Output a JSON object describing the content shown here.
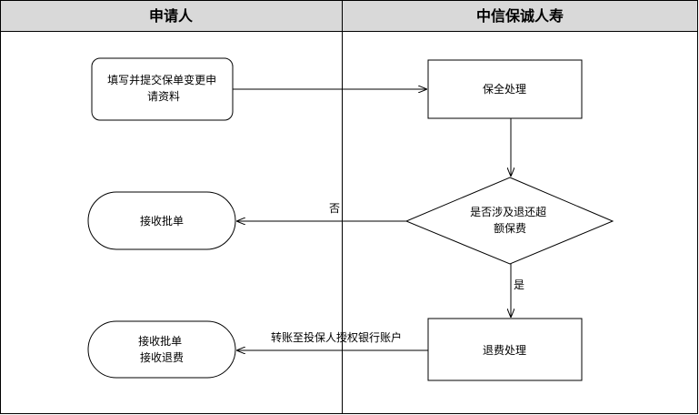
{
  "lanes": {
    "applicant": "申请人",
    "insurer": "中信保诚人寿"
  },
  "nodes": {
    "fill_submit": [
      "填写并提交保单变更申",
      "请资料"
    ],
    "preservation": "保全处理",
    "decision": [
      "是否涉及退还超",
      "额保费"
    ],
    "receive_batch": "接收批单",
    "receive_batch_refund": [
      "接收批单",
      "接收退费"
    ],
    "refund_process": "退费处理"
  },
  "edges": {
    "no_label": "否",
    "yes_label": "是",
    "transfer_label": "转账至投保人授权银行账户"
  },
  "colors": {
    "header_bg": "#d9d9d9",
    "border": "#000000",
    "background": "#ffffff"
  }
}
